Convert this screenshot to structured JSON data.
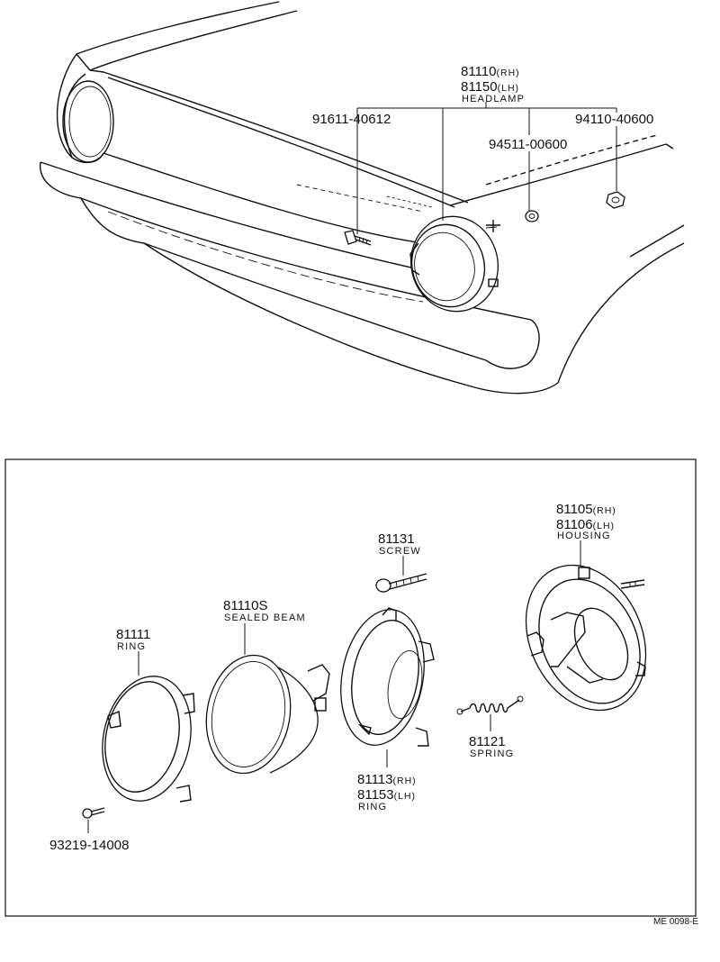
{
  "top": {
    "headlamp": {
      "rh": "81110",
      "rh_tag": "(RH)",
      "lh": "81150",
      "lh_tag": "(LH)",
      "name": "HEADLAMP"
    },
    "bolt": "91611-40612",
    "washer": "94511-00600",
    "nut": "94110-40600"
  },
  "bottom": {
    "housing": {
      "rh": "81105",
      "rh_tag": "(RH)",
      "lh": "81106",
      "lh_tag": "(LH)",
      "name": "HOUSING"
    },
    "screw": {
      "part": "81131",
      "name": "SCREW"
    },
    "sealed_beam": {
      "part": "81110S",
      "name": "SEALED BEAM"
    },
    "ring_outer": {
      "part": "81111",
      "name": "RING"
    },
    "mount_ring": {
      "rh": "81113",
      "rh_tag": "(RH)",
      "lh": "81153",
      "lh_tag": "(LH)",
      "name": "RING"
    },
    "spring": {
      "part": "81121",
      "name": "SPRING"
    },
    "small_screw": "93219-14008"
  },
  "code": "ME 0098-E"
}
